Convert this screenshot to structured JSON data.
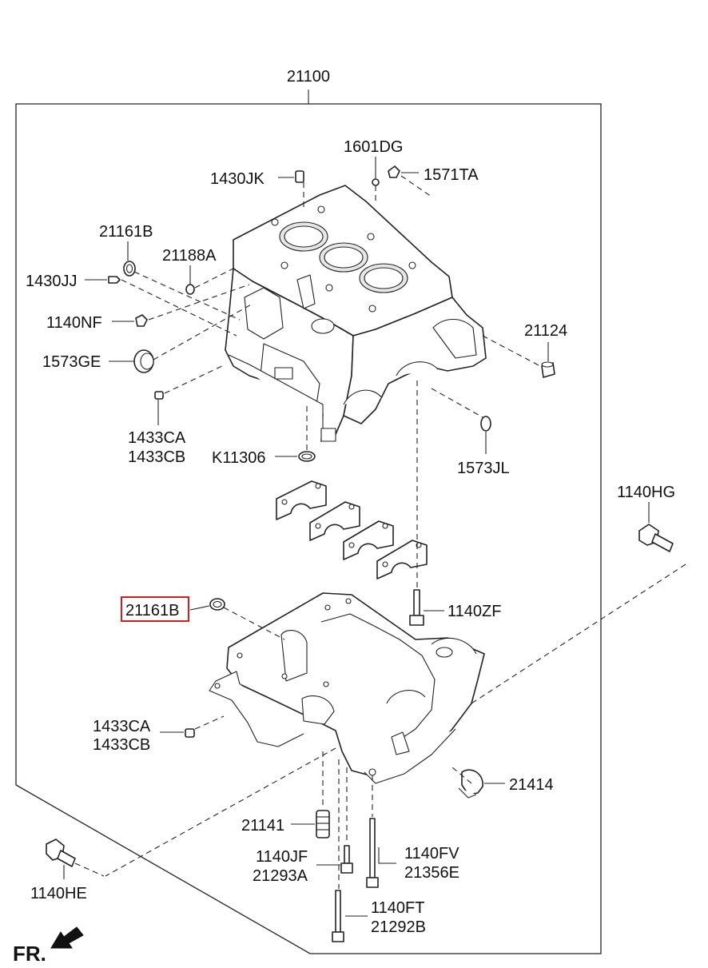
{
  "labels": {
    "assembly": "21100",
    "plug_top": "1601DG",
    "pin_top": "1430JK",
    "plug_right": "1571TA",
    "oring_left": "21161B",
    "oring_small": "21188A",
    "pin_left": "1430JJ",
    "plug_left": "1140NF",
    "seal_left": "1573GE",
    "dowel_right": "21124",
    "plug_lower_a": "1433CA",
    "plug_lower_b": "1433CB",
    "oring_mid": "K11306",
    "seal_right": "1573JL",
    "bolt_right": "1140HG",
    "oring_highlight": "21161B",
    "bolt_mid": "1140ZF",
    "plug_ladder_a": "1433CA",
    "plug_ladder_b": "1433CB",
    "clip": "21414",
    "stud": "21141",
    "bolt_jf": "1140JF",
    "bolt_jf_alt": "21293A",
    "bolt_fv": "1140FV",
    "bolt_fv_alt": "21356E",
    "bolt_left": "1140HE",
    "bolt_ft": "1140FT",
    "bolt_ft_alt": "21292B",
    "front": "FR."
  },
  "colors": {
    "highlight": "#d41c1c",
    "line": "#222222"
  },
  "icons": {
    "front_arrow": "front-direction-arrow-icon"
  }
}
